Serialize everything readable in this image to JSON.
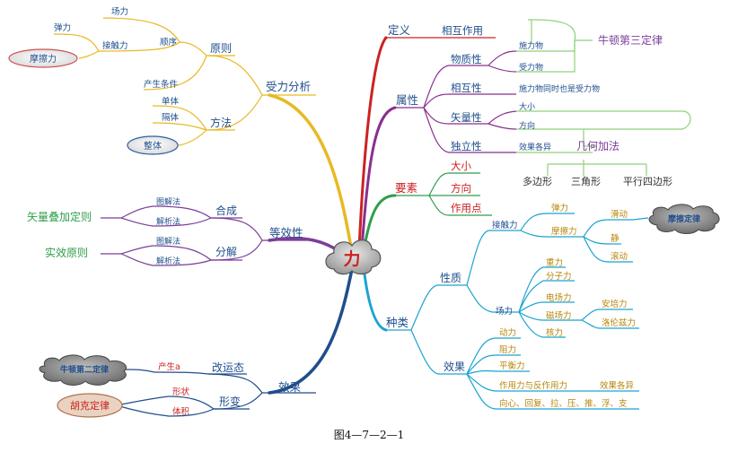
{
  "center": {
    "label": "力"
  },
  "caption": "图4—7—2—1",
  "colors": {
    "yellow": "#e8b923",
    "purple": "#7b3f99",
    "navy": "#1f4e8c",
    "red": "#cc2222",
    "violet": "#8a2f8f",
    "green": "#2e9e4b",
    "cyan": "#1aa3d1",
    "lightgreen": "#8fd07a",
    "blue_text": "#1f5fbf",
    "orange_text": "#b8860b",
    "cloud_fill": "#c9c9c9"
  },
  "nodes": {
    "shouli": "受力分析",
    "yuanze": "原则",
    "shunxu": "顺序",
    "changli": "场力",
    "jiechuli": "接触力",
    "tanli_a": "弹力",
    "mocali_a": "摩擦力",
    "fangfa": "方法",
    "chansheng": "产生条件",
    "danti": "单体",
    "geti": "隔体",
    "zhengti": "整体",
    "dengxiao": "等效性",
    "hecheng": "合成",
    "fenjie": "分解",
    "tujiefa1": "图解法",
    "jiexifa1": "解析法",
    "tujiefa2": "图解法",
    "jiexifa2": "解析法",
    "shiliang_rule": "矢量叠加定则",
    "shixiao_rule": "实效原则",
    "xiaoguo": "效果",
    "gaiyun": "改运态",
    "chanshenga": "产生a",
    "niudun2": "牛顿第二定律",
    "xingbian": "形变",
    "xingzhuang": "形状",
    "tiji": "体积",
    "huke": "胡克定律",
    "dingyi": "定义",
    "xianghu": "相互作用",
    "shuxing": "属性",
    "wuzhi": "物质性",
    "xianghuxing": "相互性",
    "shiliangxing": "矢量性",
    "dulixing": "独立性",
    "shililiwu": "施力物",
    "shoulilwu": "受力物",
    "shoulili_text": "施力物同时也是受力物",
    "niudun3": "牛顿第三定律",
    "daxiao_a": "大小",
    "fangxiang_a": "方向",
    "xiaoguogeyi_a": "效果各异",
    "jihe": "几何加法",
    "duobian": "多边形",
    "sanjiao": "三角形",
    "pingxing": "平行四边形",
    "yaosu": "要素",
    "daxiao": "大小",
    "fangxiang": "方向",
    "zuoyongdian": "作用点",
    "zhonglei": "种类",
    "xingzhi": "性质",
    "jiechuli_b": "接触力",
    "tanli_b": "弹力",
    "mocali_b": "摩擦力",
    "huadong": "滑动",
    "jing": "静",
    "gundong": "滚动",
    "moca_law": "摩擦定律",
    "changli_b": "场力",
    "zhongli": "重力",
    "fenzili": "分子力",
    "dianchang": "电场力",
    "cichang": "磁场力",
    "heli": "核力",
    "anpei": "安培力",
    "luolun": "洛伦兹力",
    "xiaoguo_b": "效果",
    "dongli": "动力",
    "zuli": "阻力",
    "pinghengli": "平衡力",
    "zuoyong_fan": "作用力与反作用力",
    "xiaoguogeyi_b": "效果各异",
    "xiangxin": "向心、回复、拉、压、推、浮、支"
  }
}
